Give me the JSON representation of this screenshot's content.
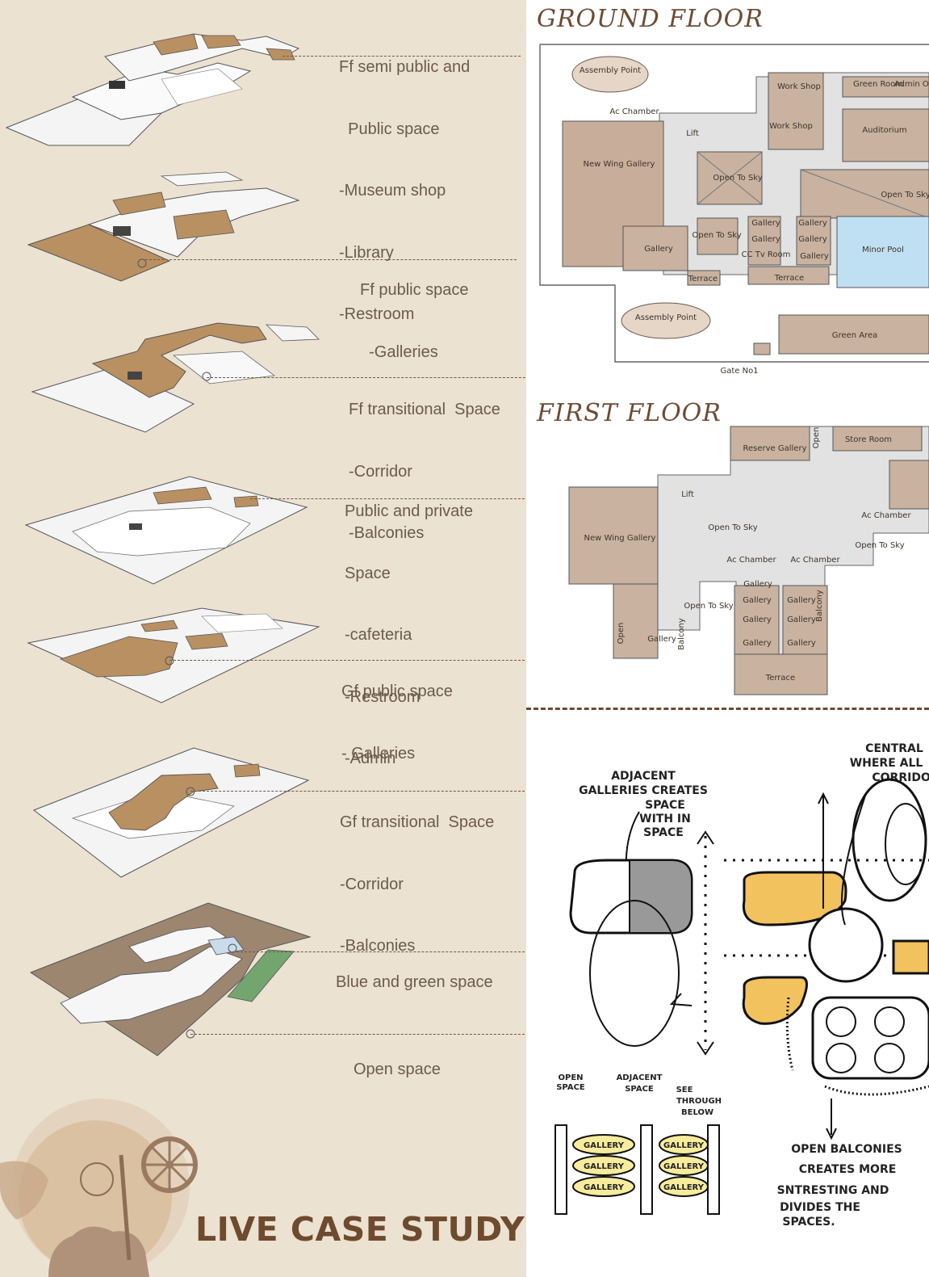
{
  "annotations": [
    {
      "id": "ff-semi-public",
      "lines": [
        "Ff semi public and",
        "  Public space",
        "-Museum shop",
        "-Library",
        "-Restroom"
      ]
    },
    {
      "id": "ff-public",
      "lines": [
        "Ff public space",
        "  -Galleries"
      ]
    },
    {
      "id": "ff-transitional",
      "lines": [
        "Ff transitional  Space",
        "-Corridor",
        "-Balconies"
      ]
    },
    {
      "id": "public-private",
      "lines": [
        "Public and private",
        "Space",
        "-cafeteria",
        "-Restroom",
        "-Admin"
      ]
    },
    {
      "id": "gf-public",
      "lines": [
        "Gf public space",
        "- Galleries"
      ]
    },
    {
      "id": "gf-transitional",
      "lines": [
        "Gf transitional  Space",
        "-Corridor",
        "-Balconies"
      ]
    },
    {
      "id": "blue-green",
      "lines": [
        "Blue and green space"
      ]
    },
    {
      "id": "open-space",
      "lines": [
        "Open space"
      ]
    }
  ],
  "ground_floor": {
    "title": "GROUND FLOOR",
    "labels": {
      "assembly_point_1": "Assembly Point",
      "assembly_point_2": "Assembly Point",
      "ac_chamber": "Ac Chamber",
      "lift": "Lift",
      "work_shop_1": "Work Shop",
      "work_shop_2": "Work Shop",
      "green_room": "Green Room",
      "admin_office": "Admin Office",
      "auditorium": "Auditorium",
      "new_wing_gallery": "New Wing Gallery",
      "open_to_sky_1": "Open To Sky",
      "open_to_sky_2": "Open To Sky",
      "open_to_sky_3": "Open To Sky",
      "gallery_main": "Gallery",
      "gallery_1": "Gallery",
      "gallery_2": "Gallery",
      "gallery_3": "Gallery",
      "gallery_4": "Gallery",
      "gallery_5": "Gallery",
      "cctv_room": "CC Tv Room",
      "minor_pool": "Minor Pool",
      "terrace_1": "Terrace",
      "terrace_2": "Terrace",
      "green_area": "Green Area",
      "gate": "Gate No1"
    }
  },
  "first_floor": {
    "title": "FIRST FLOOR",
    "labels": {
      "reserve_gallery": "Reserve Gallery",
      "open_small": "Open",
      "store_room": "Store Room",
      "lift": "Lift",
      "ac_chamber_1": "Ac Chamber",
      "ac_chamber_2": "Ac Chamber",
      "ac_chamber_3": "Ac Chamber",
      "new_wing_gallery": "New Wing Gallery",
      "open_to_sky_1": "Open To Sky",
      "open_to_sky_2": "Open To Sky",
      "open_to_sky_3": "Open To Sky",
      "gallery_top": "Gallery",
      "gallery_1": "Gallery",
      "gallery_2": "Gallery",
      "gallery_3": "Gallery",
      "gallery_4": "Gallery",
      "gallery_5": "Gallery",
      "gallery_6": "Gallery",
      "gallery_7": "Gallery",
      "balcony_1": "Balcony",
      "balcony_2": "Balcony",
      "open_vertical": "Open",
      "terrace": "Terrace"
    }
  },
  "sketch": {
    "adjacent_note": [
      "ADJACENT",
      "GALLERIES CREATES",
      "SPACE",
      "WITH IN",
      "SPACE"
    ],
    "central_note": [
      "CENTRAL",
      "WHERE ALL",
      "CORRIDOR"
    ],
    "open_space": [
      "OPEN",
      "SPACE"
    ],
    "adjacent_space": [
      "ADJACENT",
      "SPACE"
    ],
    "see_through": [
      "SEE",
      "THROUGH",
      "BELOW"
    ],
    "gallery_word": "GALLERY",
    "balconies_note": [
      "OPEN BALCONIES",
      "CREATES MORE",
      "SNTRESTING AND",
      "DIVIDES THE",
      "SPACES."
    ]
  },
  "footer": {
    "title": "LIVE CASE STUDY"
  },
  "colors": {
    "accent_brown": "#6e4a2f",
    "floor_tan": "#b99062",
    "plan_beige": "#c9b1a0",
    "pool_blue": "#bfe0f2",
    "green": "#73a66e",
    "sketch_yellow": "#f2c25e"
  }
}
